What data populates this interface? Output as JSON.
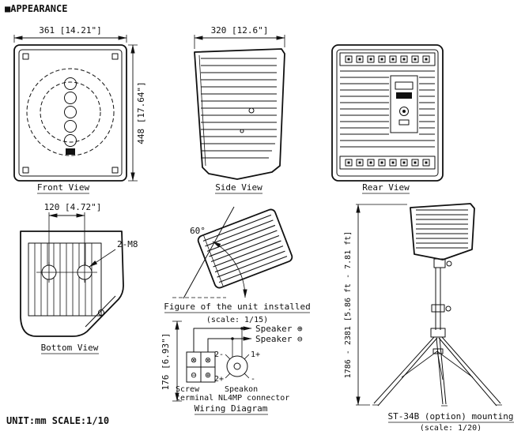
{
  "title": "■APPEARANCE",
  "front_view": {
    "label": "Front View",
    "dim_width": "361 [14.21\"]",
    "dim_height": "448 [17.64\"]"
  },
  "side_view": {
    "label": "Side View",
    "dim_width": "320 [12.6\"]"
  },
  "rear_view": {
    "label": "Rear View"
  },
  "bottom_view": {
    "label": "Bottom View",
    "dim_width": "120 [4.72\"]",
    "dim_depth": "176 [6.93\"]",
    "bolt_note": "2-M8"
  },
  "installed": {
    "label": "Figure of the unit installed",
    "scale": "(scale: 1/15)",
    "angle": "60°"
  },
  "wiring": {
    "label": "Wiring Diagram",
    "speaker_plus": "Speaker ⊕",
    "speaker_minus": "Speaker ⊖",
    "screw_line1": "Screw",
    "screw_line2": "terminal",
    "speakon_line1": "Speakon",
    "speakon_line2": "NL4MP connector",
    "pin_tl": "2-",
    "pin_tr": "1+",
    "pin_bl": "2+",
    "pin_br": "-",
    "sym_screw1": "⊗",
    "sym_screw2": "⊗",
    "sym_minus": "⊖",
    "sym_plus": "⊕"
  },
  "mounting": {
    "label": "ST-34B (option) mounting",
    "scale": "(scale: 1/20)",
    "dim_height": "1786 - 2381 [5.86 ft - 7.81 ft]"
  },
  "footer": {
    "unit_scale": "UNIT:mm   SCALE:1/10"
  },
  "colors": {
    "ink": "#111111",
    "background": "#ffffff"
  }
}
